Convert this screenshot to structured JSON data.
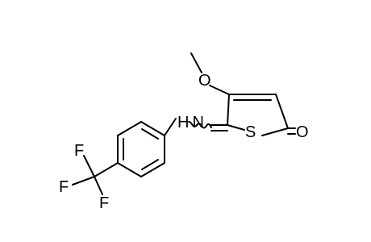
{
  "structure": {
    "atoms": {
      "oxygen_methoxy": "O",
      "sulfur": "S",
      "oxygen_carbonyl": "O",
      "nitrogen_amine": "H N",
      "fluorine_1": "F",
      "fluorine_2": "F",
      "fluorine_3": "F"
    }
  }
}
